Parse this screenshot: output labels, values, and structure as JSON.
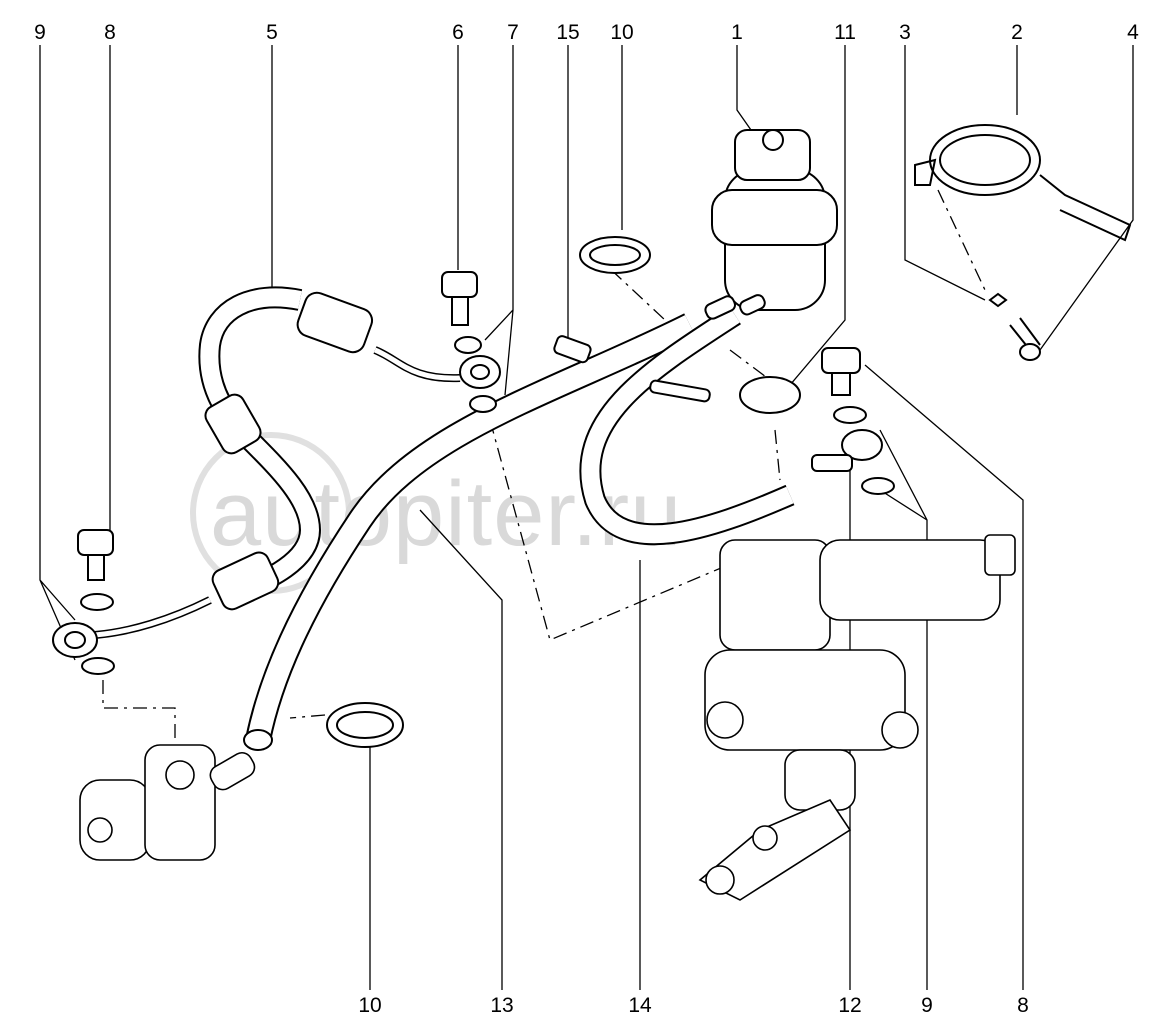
{
  "watermark": {
    "text": "autopiter.ru"
  },
  "callouts": {
    "top": [
      "9",
      "8",
      "5",
      "6",
      "7",
      "15",
      "10",
      "1",
      "11",
      "3",
      "2",
      "4"
    ],
    "bottom": [
      "10",
      "13",
      "14",
      "12",
      "9",
      "8"
    ]
  }
}
